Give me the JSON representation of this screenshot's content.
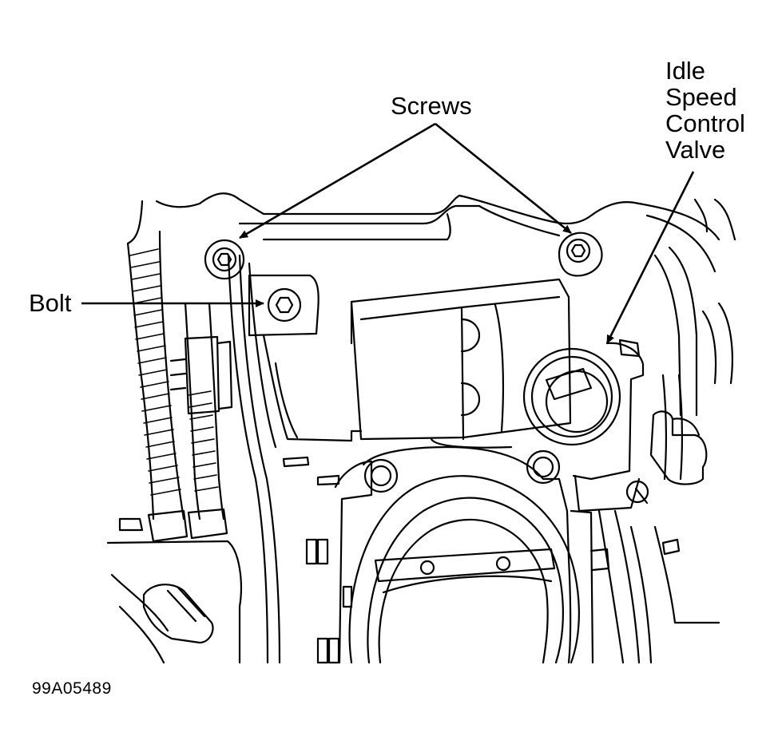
{
  "diagram": {
    "labels": {
      "screws": "Screws",
      "bolt": "Bolt",
      "isc_line1": "Idle",
      "isc_line2": "Speed",
      "isc_line3": "Control",
      "isc_line4": "Valve"
    },
    "figure_code": "99A05489"
  },
  "colors": {
    "ink": "#000000",
    "background": "#ffffff"
  }
}
